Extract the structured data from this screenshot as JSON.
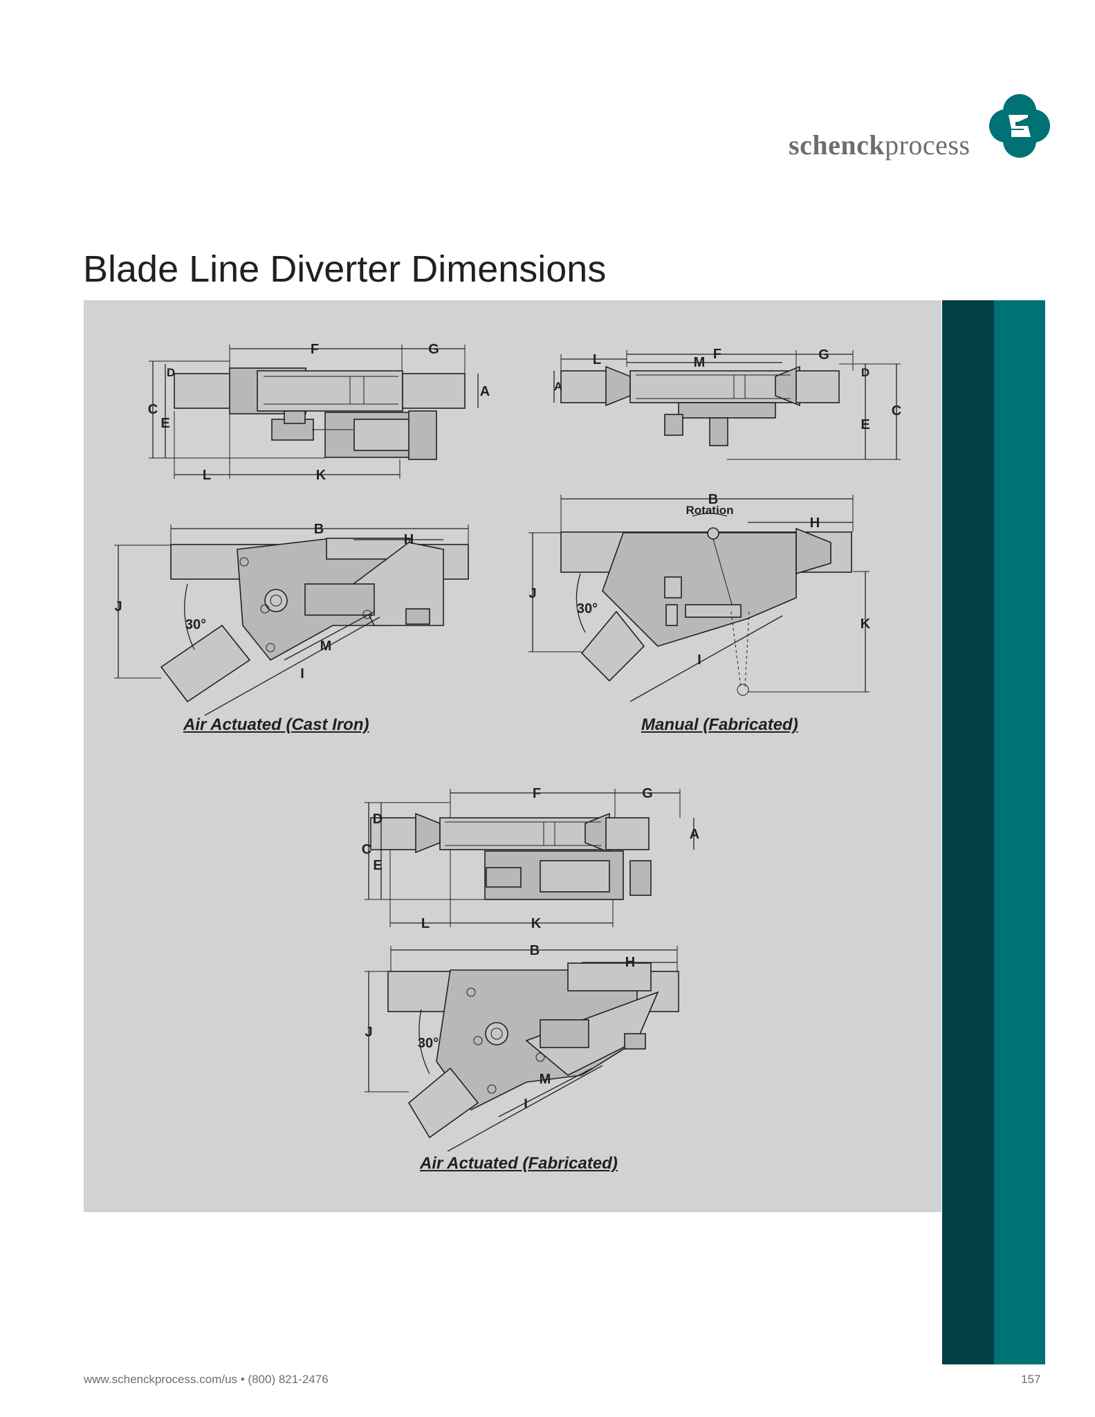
{
  "header": {
    "logo_text_bold": "schenck",
    "logo_text_light": "process",
    "logo_icon": "schenck-process-logo-icon"
  },
  "title": "Blade Line Diverter Dimensions",
  "figures": [
    {
      "caption": "Air Actuated (Cast Iron)",
      "labels": {
        "A": "A",
        "B": "B",
        "C": "C",
        "D": "D",
        "E": "E",
        "F": "F",
        "G": "G",
        "H": "H",
        "I": "I",
        "J": "J",
        "K": "K",
        "L": "L",
        "M": "M",
        "angle": "30°"
      }
    },
    {
      "caption": "Manual (Fabricated)",
      "labels": {
        "A": "A",
        "B": "B",
        "C": "C",
        "D": "D",
        "E": "E",
        "F": "F",
        "G": "G",
        "H": "H",
        "I": "I",
        "J": "J",
        "K": "K",
        "L": "L",
        "M": "M",
        "angle": "30°",
        "rotation": "Rotation"
      }
    },
    {
      "caption": "Air Actuated (Fabricated)",
      "labels": {
        "A": "A",
        "B": "B",
        "C": "C",
        "D": "D",
        "E": "E",
        "F": "F",
        "G": "G",
        "H": "H",
        "I": "I",
        "J": "J",
        "K": "K",
        "L": "L",
        "M": "M",
        "angle": "30°"
      }
    }
  ],
  "colors": {
    "panel": "#d1d2d4",
    "stripe_dark": "#003f44",
    "stripe_teal": "#007174"
  },
  "footer": {
    "contact": "www.schenckprocess.com/us  •  (800) 821-2476",
    "page_number": "157"
  }
}
